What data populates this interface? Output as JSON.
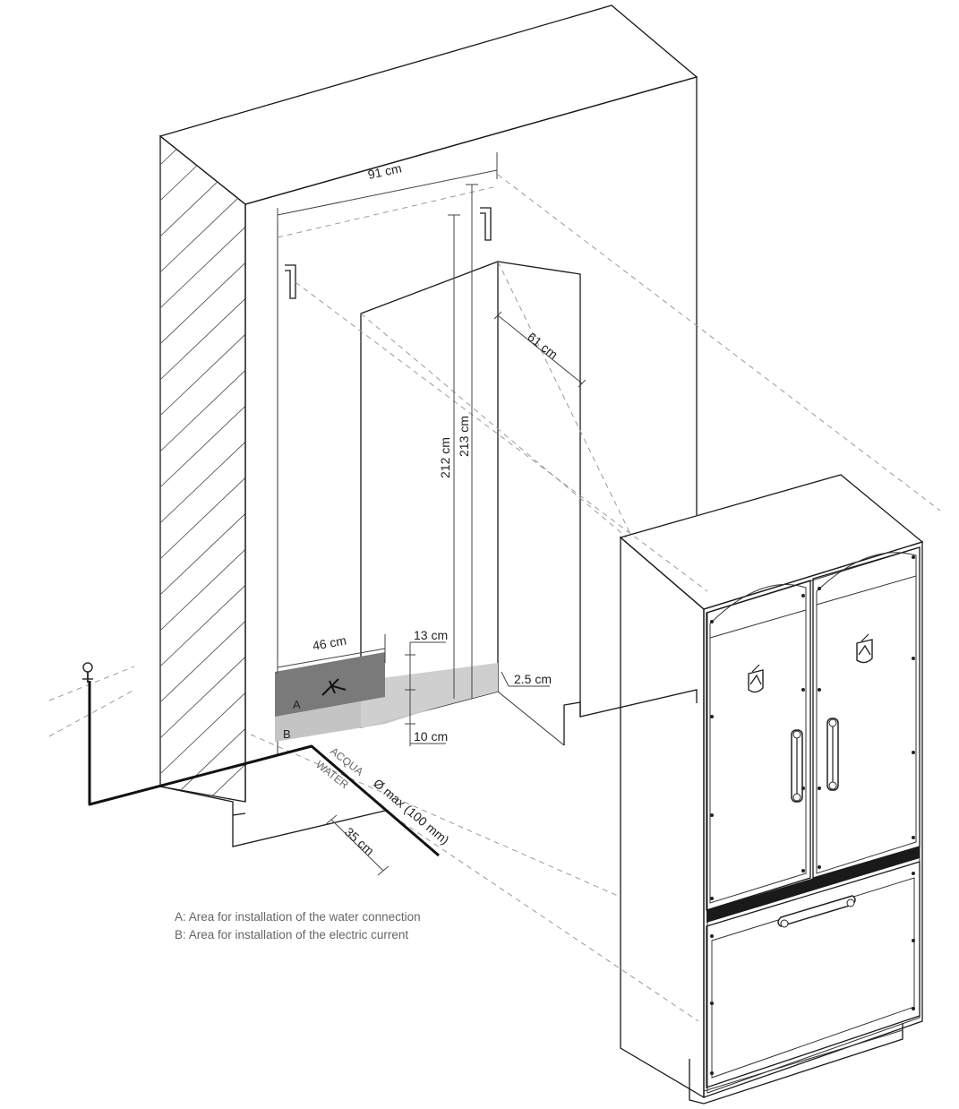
{
  "dimensions": {
    "width_total": "91 cm",
    "depth": "61 cm",
    "height_outer": "213 cm",
    "height_inner": "212 cm",
    "area_width": "46 cm",
    "area_a_height": "13 cm",
    "area_b_height": "10 cm",
    "plinth": "2.5 cm",
    "water_offset": "35 cm"
  },
  "areas": {
    "a": "A",
    "b": "B"
  },
  "pipe": {
    "label_it": "ACQUA",
    "label_en": "WATER",
    "diameter": "Ø max (100 mm)"
  },
  "legend": {
    "line_a": "A: Area for installation of the water connection",
    "line_b": "B: Area for installation of the electric current"
  },
  "colors": {
    "area_a": "#7a7a7a",
    "area_b": "#c4c4c4",
    "line": "#1a1a1a",
    "dashed": "#9a9a9a",
    "legend_text": "#666666"
  }
}
